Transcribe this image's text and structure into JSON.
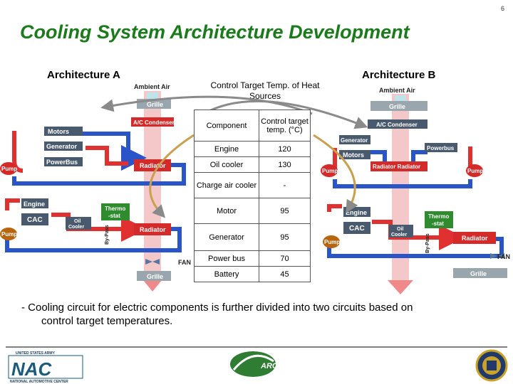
{
  "page_number": "6",
  "slide_title": "Cooling System Architecture Development",
  "arch_a": {
    "title": "Architecture A",
    "labels": {
      "ambient_air": "Ambient Air",
      "grille_top": "Grille",
      "ac_condenser": "A/C Condenser",
      "motors": "Motors",
      "generator": "Generator",
      "powerbus": "PowerBus",
      "radiator_upper": "Radiator",
      "pump_left": "Pump",
      "engine": "Engine",
      "cac": "CAC",
      "thermostat_1": "Thermo",
      "thermostat_2": "-stat",
      "oil_cooler_1": "Oil",
      "oil_cooler_2": "Cooler",
      "bypass": "By-Pass",
      "radiator_lower": "Radiator",
      "pump_lower": "Pump",
      "fan": "FAN",
      "grille_bottom": "Grille"
    }
  },
  "arch_b": {
    "title": "Architecture B",
    "labels": {
      "ambient_air": "Ambient Air",
      "grille_top": "Grille",
      "ac_condenser": "A/C Condenser",
      "generator": "Generator",
      "motors": "Motors",
      "powerbus": "Powerbus",
      "radiator_upper": "Radiator Radiator",
      "pump_left": "Pump",
      "pump_right": "Pump",
      "engine": "Engine",
      "cac": "CAC",
      "thermostat_1": "Thermo",
      "thermostat_2": "-stat",
      "oil_cooler_1": "Oil",
      "oil_cooler_2": "Cooler",
      "bypass": "By-Pass",
      "radiator_lower": "Radiator",
      "pump_lower": "Pump",
      "fan": "FAN",
      "grille_bottom": "Grille"
    }
  },
  "table": {
    "caption": "Control Target Temp. of Heat Sources",
    "header": {
      "component": "Component",
      "target": "Control target temp. (°C)"
    },
    "rows": [
      {
        "component": "Engine",
        "value": "120"
      },
      {
        "component": "Oil cooler",
        "value": "130"
      },
      {
        "component": "Charge air cooler",
        "value": "-"
      },
      {
        "component": "Motor",
        "value": "95"
      },
      {
        "component": "Generator",
        "value": "95"
      },
      {
        "component": "Power bus",
        "value": "70"
      },
      {
        "component": "Battery",
        "value": "45"
      }
    ]
  },
  "bullet": {
    "line1": "- Cooling circuit for electric components is further divided into two circuits based on",
    "line2": "control target temperatures."
  },
  "footer": {
    "logo_left_top": "UNITED STATES ARMY",
    "logo_left_main": "NAC",
    "logo_left_bottom": "NATIONAL AUTOMOTIVE CENTER",
    "logo_center": "ARC"
  },
  "colors": {
    "title_green": "#1b7a1b",
    "coolant_hot": "#e03030",
    "coolant_cold": "#2a55c8",
    "air_flow": "#e89090",
    "component_box": "#4a5a6e",
    "radiator_red": "#d42a2a",
    "thermostat_green": "#2e8b2e"
  }
}
